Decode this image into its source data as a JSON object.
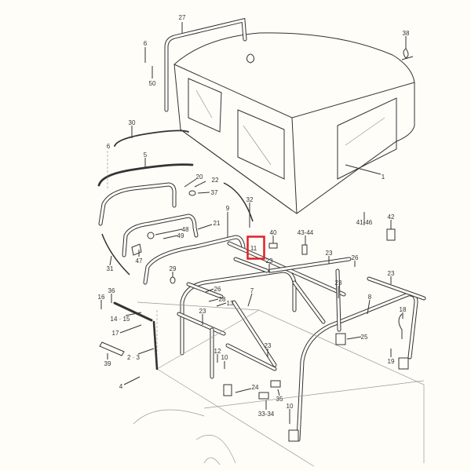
{
  "diagram": {
    "callouts": [
      {
        "id": "c27",
        "text": "27"
      },
      {
        "id": "c6a",
        "text": "6"
      },
      {
        "id": "c50",
        "text": "50"
      },
      {
        "id": "c38",
        "text": "38"
      },
      {
        "id": "c1",
        "text": "1"
      },
      {
        "id": "c30",
        "text": "30"
      },
      {
        "id": "c6b",
        "text": "6"
      },
      {
        "id": "c5",
        "text": "5"
      },
      {
        "id": "c20",
        "text": "20"
      },
      {
        "id": "c22",
        "text": "22"
      },
      {
        "id": "c37",
        "text": "37"
      },
      {
        "id": "c32",
        "text": "32"
      },
      {
        "id": "c9",
        "text": "9"
      },
      {
        "id": "c40",
        "text": "40"
      },
      {
        "id": "c4344",
        "text": "43-44"
      },
      {
        "id": "c4146",
        "text": "41-46"
      },
      {
        "id": "c42",
        "text": "42"
      },
      {
        "id": "c48",
        "text": "48"
      },
      {
        "id": "c49",
        "text": "49"
      },
      {
        "id": "c21",
        "text": "21"
      },
      {
        "id": "c47",
        "text": "47"
      },
      {
        "id": "c11",
        "text": "11"
      },
      {
        "id": "c23a",
        "text": "23"
      },
      {
        "id": "c23b",
        "text": "23"
      },
      {
        "id": "c26a",
        "text": "26"
      },
      {
        "id": "c23c",
        "text": "23"
      },
      {
        "id": "c23d",
        "text": "23"
      },
      {
        "id": "c31",
        "text": "31"
      },
      {
        "id": "c29",
        "text": "29"
      },
      {
        "id": "c7",
        "text": "7"
      },
      {
        "id": "c8",
        "text": "8"
      },
      {
        "id": "c26b",
        "text": "26"
      },
      {
        "id": "c28",
        "text": "28"
      },
      {
        "id": "c13",
        "text": "13"
      },
      {
        "id": "c18",
        "text": "18"
      },
      {
        "id": "c16",
        "text": "16"
      },
      {
        "id": "c36",
        "text": "36"
      },
      {
        "id": "c1415",
        "text": "14 · 15"
      },
      {
        "id": "c23e",
        "text": "23"
      },
      {
        "id": "c17",
        "text": "17"
      },
      {
        "id": "c25",
        "text": "25"
      },
      {
        "id": "c39",
        "text": "39"
      },
      {
        "id": "c23",
        "text": "2 · 3"
      },
      {
        "id": "c12",
        "text": "12"
      },
      {
        "id": "c10a",
        "text": "10"
      },
      {
        "id": "c23f",
        "text": "23"
      },
      {
        "id": "c19",
        "text": "19"
      },
      {
        "id": "c4",
        "text": "4"
      },
      {
        "id": "c24",
        "text": "24"
      },
      {
        "id": "c35",
        "text": "35"
      },
      {
        "id": "c3334",
        "text": "33-34"
      },
      {
        "id": "c10b",
        "text": "10"
      }
    ],
    "highlight": {
      "callout": "11",
      "color": "#e0202a"
    },
    "colors": {
      "background": "#fefdf8",
      "ink": "#333333"
    }
  }
}
